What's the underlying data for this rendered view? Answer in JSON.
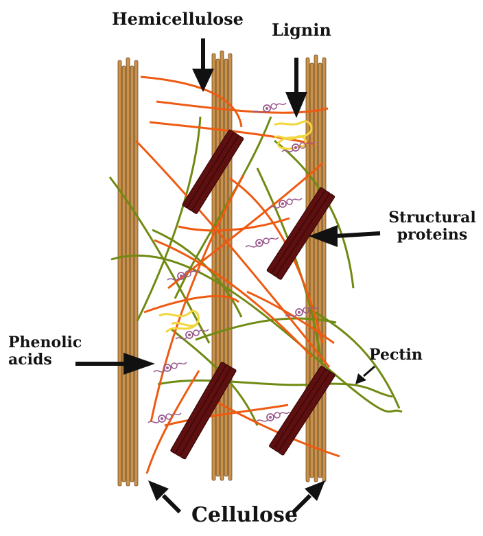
{
  "labels": {
    "hemicellulose": "Hemicellulose",
    "lignin": "Lignin",
    "structural_line1": "Structural",
    "structural_line2": "proteins",
    "phenolic_line1": "Phenolic",
    "phenolic_line2": "acids",
    "pectin": "Pectin",
    "cellulose": "Cellulose"
  },
  "colors": {
    "cellulose_fiber": "#c9914a",
    "cellulose_edge": "#6b4a22",
    "hemicellulose_strand": "#ee5a12",
    "pectin_strand": "#6f8a12",
    "lignin": "#f2d63a",
    "structural_protein": "#5e0f0f",
    "phenolic_acid": "#9c5a8c",
    "arrow": "#111111"
  }
}
